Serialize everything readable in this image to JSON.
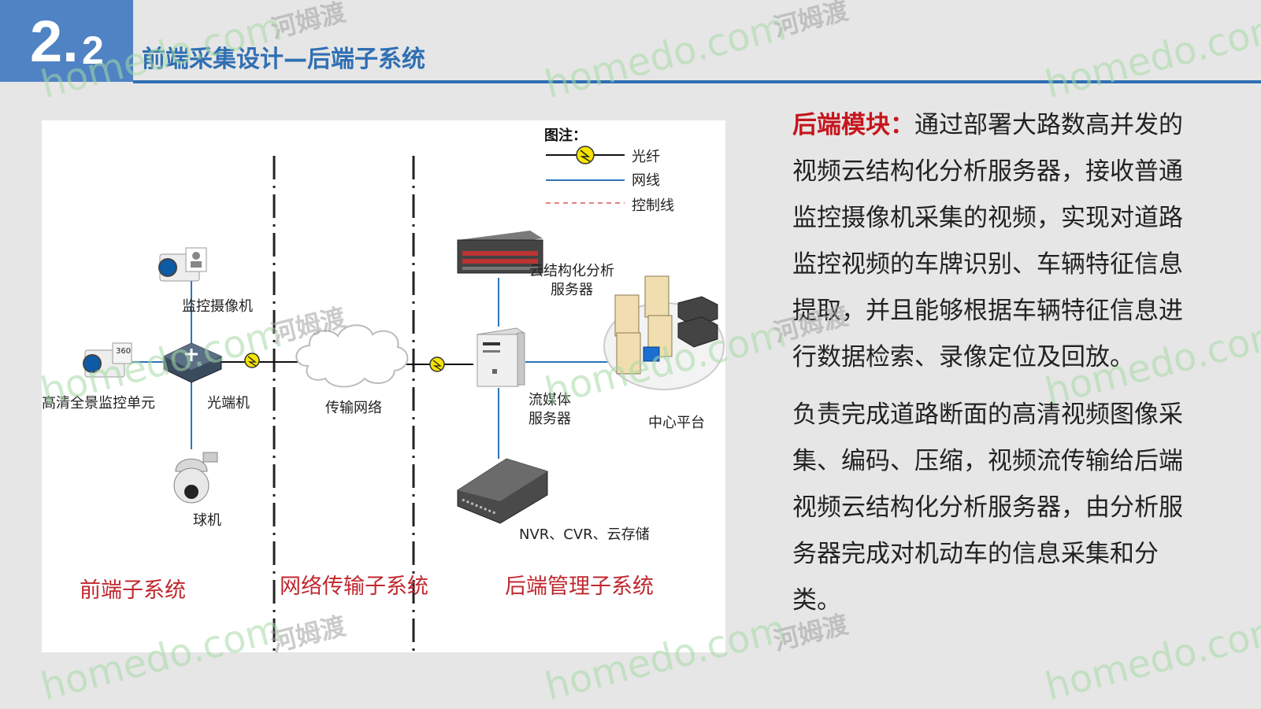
{
  "header": {
    "badge_main": "2.",
    "badge_sub": "2",
    "title": "前端采集设计—后端子系统",
    "colors": {
      "badge": "#4f83c4",
      "title": "#2f6fb3"
    }
  },
  "diagram": {
    "legend": {
      "title": "图注：",
      "items": [
        {
          "label": "光纤",
          "style": "fiber"
        },
        {
          "label": "网线",
          "style": "network-cable"
        },
        {
          "label": "控制线",
          "style": "control-line-dashed"
        }
      ]
    },
    "devices": {
      "monitor_camera": "监控摄像机",
      "hd_panorama_unit": "高清全景监控单元",
      "optical_transceiver": "光端机",
      "dome_camera": "球机",
      "transmission_network": "传输网络",
      "cloud_analysis_server": "云结构化分析\n服务器",
      "streaming_server": "流媒体\n服务器",
      "center_platform": "中心平台",
      "storage": "NVR、CVR、云存储",
      "panorama_badge": "360"
    },
    "subsystems": [
      "前端子系统",
      "网络传输子系统",
      "后端管理子系统"
    ],
    "colors": {
      "subsystem_label": "#c0282f",
      "cable": "#2e75b6",
      "fiber_dot": "#f5e400"
    }
  },
  "right_text": {
    "heading": "后端模块：",
    "para1": "通过部署大路数高并发的视频云结构化分析服务器，接收普通监控摄像机采集的视频，实现对道路监控视频的车牌识别、车辆特征信息提取，并且能够根据车辆特征信息进行数据检索、录像定位及回放。",
    "para2": "负责完成道路断面的高清视频图像采集、编码、压缩，视频流传输给后端视频云结构化分析服务器，由分析服务器完成对机动车的信息采集和分类。",
    "highlight_color": "#c6161d"
  },
  "watermark": {
    "site": "homedo.com",
    "brand": "河姆渡"
  }
}
